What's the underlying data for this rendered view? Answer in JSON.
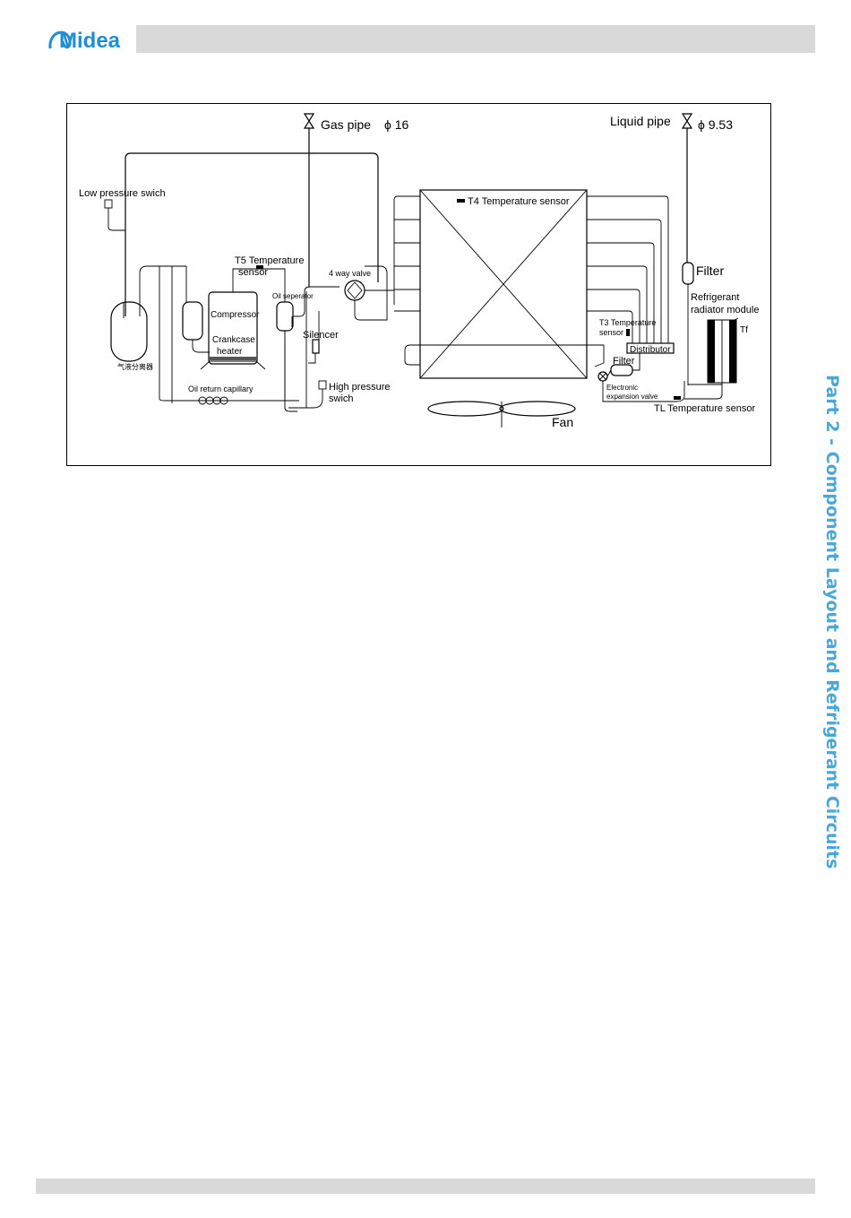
{
  "header": {
    "logo_text": "Midea",
    "brand_color": "#1f8fd1",
    "bar_color": "#d9d9d9"
  },
  "side_title": "Part 2 - Component Layout and Refrigerant Circuits",
  "side_title_color": "#4aa7d8",
  "diagram": {
    "labels": {
      "gas_pipe": "Gas pipe",
      "gas_pipe_size": "ϕ 16",
      "liquid_pipe": "Liquid pipe",
      "liquid_pipe_size": "ϕ 9.53",
      "low_pressure": "Low pressure swich",
      "t5_line1": "T5 Temperature",
      "t5_line2": "sensor",
      "four_way": "4 way valve",
      "compressor": "Compressor",
      "crankcase_line1": "Crankcase",
      "crankcase_line2": "heater",
      "oil_separator": "Oil seperator",
      "silencer": "Silencer",
      "high_pressure_line1": "High pressure",
      "high_pressure_line2": "swich",
      "oil_return": "Oil return capillary",
      "accumulator": "气液分离器",
      "t4": "T4 Temperature sensor",
      "t3_line1": "T3 Temperature",
      "t3_line2": "sensor",
      "distributor": "Distributor",
      "filter_lower": "Filter",
      "filter_upper": "Filter",
      "eev_line1": "Electronic",
      "eev_line2": "expansion valve",
      "radiator_line1": "Refrigerant",
      "radiator_line2": "radiator module",
      "tf": "Tf",
      "tl": "TL Temperature sensor",
      "fan": "Fan"
    }
  }
}
